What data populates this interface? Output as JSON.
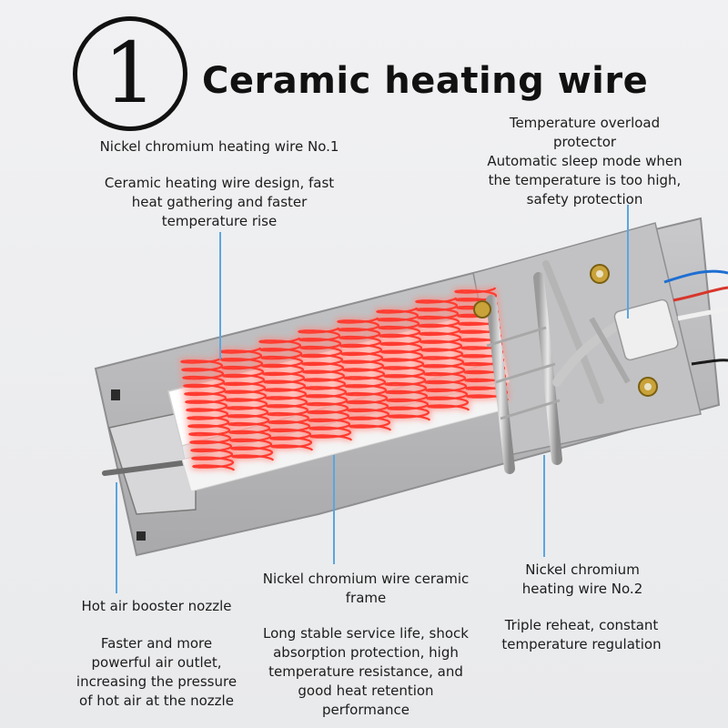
{
  "header": {
    "number": "1",
    "title": "Ceramic heating wire"
  },
  "labels": {
    "wire1_title": "Nickel chromium heating wire No.1",
    "wire1_desc": [
      "Ceramic heating wire design, fast",
      "heat gathering and faster",
      "temperature rise"
    ],
    "protector_title": [
      "Temperature overload",
      "protector"
    ],
    "protector_desc": [
      "Automatic sleep mode when",
      "the temperature is too high,",
      "safety protection"
    ],
    "nozzle_title": "Hot air booster nozzle",
    "nozzle_desc": [
      "Faster and more",
      "powerful air outlet,",
      "increasing the pressure",
      "of hot air at the nozzle"
    ],
    "frame_title": [
      "Nickel chromium wire ceramic",
      "frame"
    ],
    "frame_desc": [
      "Long stable service life, shock",
      "absorption protection, high",
      "temperature resistance, and",
      "good heat retention",
      "performance"
    ],
    "wire2_title": [
      "Nickel chromium",
      "heating wire No.2"
    ],
    "wire2_desc": [
      "Triple reheat, constant",
      "temperature regulation"
    ]
  },
  "colors": {
    "leader_line": "#5aa6e0",
    "coil": "#ff3b30",
    "coil_glow": "#ff8a80",
    "ceramic": "#ffffff",
    "mica_plate": "#b9b9bb"
  }
}
